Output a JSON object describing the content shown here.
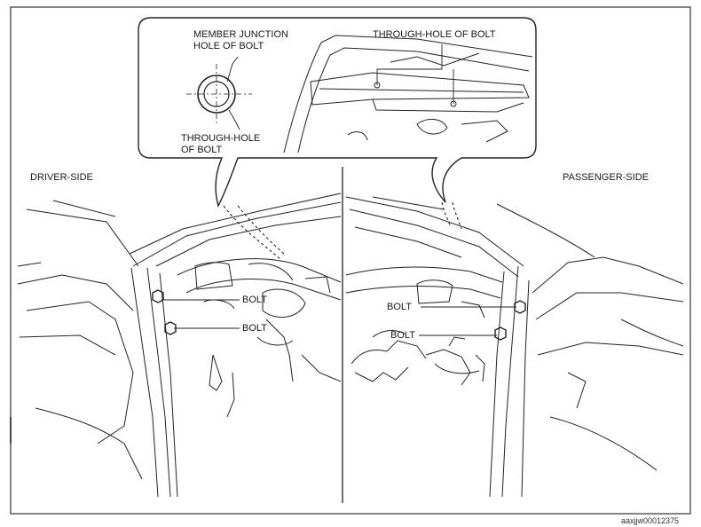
{
  "diagram": {
    "detail": {
      "member_junction_line1": "MEMBER JUNCTION",
      "member_junction_line2": "HOLE OF BOLT",
      "through_hole_top": "THROUGH-HOLE OF BOLT",
      "through_hole_left_line1": "THROUGH-HOLE",
      "through_hole_left_line2": "OF BOLT"
    },
    "driver": {
      "title": "DRIVER-SIDE",
      "bolt_upper": "BOLT",
      "bolt_lower": "BOLT"
    },
    "passenger": {
      "title": "PASSENGER-SIDE",
      "bolt_upper": "BOLT",
      "bolt_lower": "BOLT"
    },
    "reference_code": "aaxjjw00012375"
  }
}
